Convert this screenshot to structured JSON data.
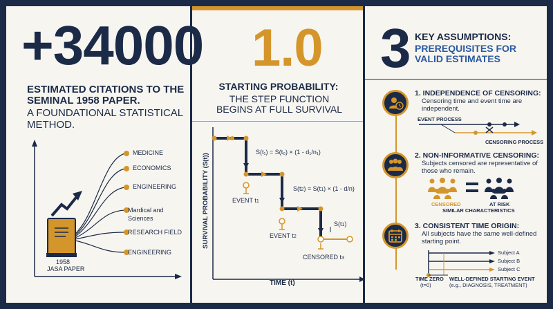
{
  "panel1": {
    "big_number": "+34000",
    "heading": "ESTIMATED CITATIONS TO THE SEMINAL 1958 PAPER.",
    "subheading": "A FOUNDATIONAL STATISTICAL METHOD.",
    "book_label_year": "1958",
    "book_label_name": "JASA PAPER",
    "fields": [
      "MEDICINE",
      "ECONOMICS",
      "ENGINEERING",
      "Mardical and Sciences",
      "RESEARCH FIELD",
      "ENGINEERING"
    ]
  },
  "panel2": {
    "big_number": "1.0",
    "heading": "STARTING PROBABILITY:",
    "subheading": "THE STEP FUNCTION BEGINS AT FULL SURVIVAL",
    "y_axis_label": "SURVIVAL PROBABILITY (S(t))",
    "x_axis_label": "TIME (t)",
    "formula1": "S(t₁) = S(t₀) × (1 - d₁/n₁)",
    "formula1_lhs": "S(t",
    "formula2_lhs": "S(t",
    "formula3": "S(t",
    "event1": "EVENT t",
    "event2": "EVENT t",
    "censored": "CENSORED t",
    "sub1": "1",
    "sub2": "2",
    "sub3": "3"
  },
  "panel3": {
    "big_number": "3",
    "heading_line1": "KEY ASSUMPTIONS:",
    "heading_line2": "PREREQUISITES FOR VALID ESTIMATES",
    "a1_title": "1. INDEPENDENCE OF CENSORING:",
    "a1_body": "Censoring time and event time are independent.",
    "a1_event_process": "EVENT PROCESS",
    "a1_censoring_process": "CENSORING PROCESS",
    "a2_title": "2. NON-INFORMATIVE CENSORING:",
    "a2_body": "Subjects censored are representative of those who remain.",
    "a2_censored": "CENSORED",
    "a2_at_risk": "AT RISK",
    "a2_similar": "SIMILAR CHARACTERISTICS",
    "a3_title": "3. CONSISTENT TIME ORIGIN:",
    "a3_body": "All subjects have the same well-defined starting point.",
    "a3_subjects": [
      "Subject A",
      "Subject B",
      "Subject C"
    ],
    "a3_time_zero": "TIME ZERO",
    "a3_t0": "(t=0)",
    "a3_event": "WELL-DEFINED STARTING EVENT",
    "a3_event_eg": "(e.g., DIAGNOSIS, TREATMENT)"
  },
  "colors": {
    "navy": "#1b2a47",
    "gold": "#d4962a",
    "bg": "#f7f5f0"
  }
}
